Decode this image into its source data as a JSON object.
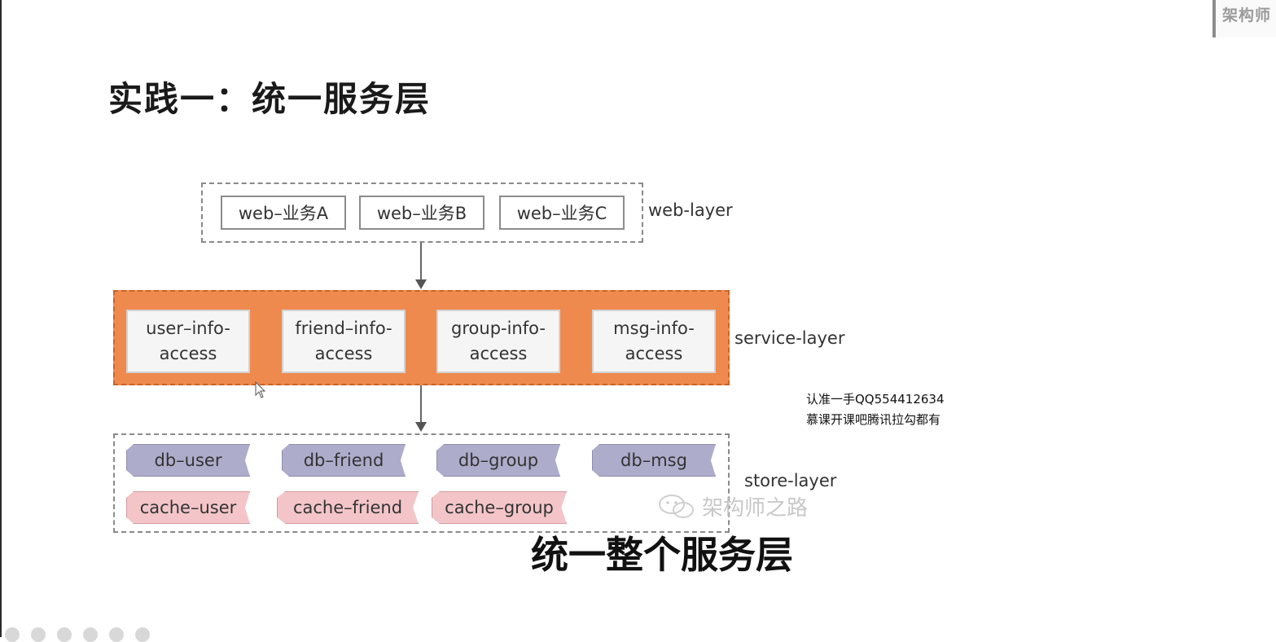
{
  "corner_logo": "架构师",
  "slide": {
    "title": "实践一：统一服务层"
  },
  "web_layer": {
    "label": "web-layer",
    "items": [
      "web–业务A",
      "web–业务B",
      "web–业务C"
    ]
  },
  "service_layer": {
    "label": "service-layer",
    "items": [
      {
        "line1": "user–info-",
        "line2": "access"
      },
      {
        "line1": "friend–info-",
        "line2": "access"
      },
      {
        "line1": "group-info-",
        "line2": "access"
      },
      {
        "line1": "msg-info-",
        "line2": "access"
      }
    ]
  },
  "store_layer": {
    "label": "store-layer",
    "db": [
      "db–user",
      "db–friend",
      "db–group",
      "db–msg"
    ],
    "cache": [
      "cache–user",
      "cache–friend",
      "cache–group"
    ]
  },
  "colors": {
    "service_fill": "#ef8a4e",
    "db_fill": "#adaccb",
    "cache_fill": "#f3c5c9"
  },
  "note": {
    "line1": "认准一手QQ554412634",
    "line2": "慕课开课吧腾讯拉勾都有"
  },
  "watermark": "架构师之路",
  "subtitle": "统一整个服务层"
}
